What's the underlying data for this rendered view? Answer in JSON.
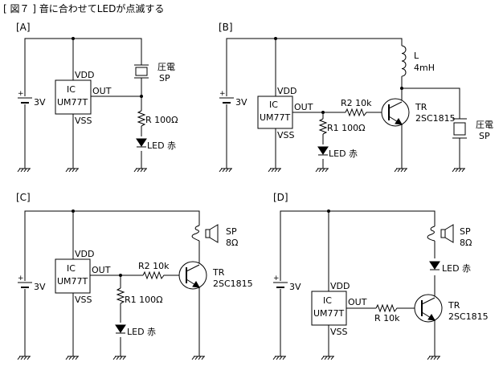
{
  "title": "[ 図７ ]  音に合わせてLEDが点滅する",
  "circuits": {
    "A": {
      "label": "[A]",
      "battery": "3V",
      "ic_name": "IC",
      "ic_part": "UM77T",
      "vdd": "VDD",
      "vss": "VSS",
      "out": "OUT",
      "speaker": "圧電",
      "speaker_sub": "SP",
      "resistor": "R 100Ω",
      "led": "LED 赤"
    },
    "B": {
      "label": "[B]",
      "battery": "3V",
      "ic_name": "IC",
      "ic_part": "UM77T",
      "vdd": "VDD",
      "vss": "VSS",
      "out": "OUT",
      "r2": "R2 10k",
      "r1": "R1 100Ω",
      "led": "LED 赤",
      "inductor": "L",
      "inductor_val": "4mH",
      "tr": "TR",
      "tr_part": "2SC1815",
      "speaker": "圧電",
      "speaker_sub": "SP"
    },
    "C": {
      "label": "[C]",
      "battery": "3V",
      "ic_name": "IC",
      "ic_part": "UM77T",
      "vdd": "VDD",
      "vss": "VSS",
      "out": "OUT",
      "r2": "R2 10k",
      "r1": "R1 100Ω",
      "led": "LED 赤",
      "speaker": "SP",
      "speaker_val": "8Ω",
      "tr": "TR",
      "tr_part": "2SC1815"
    },
    "D": {
      "label": "[D]",
      "battery": "3V",
      "ic_name": "IC",
      "ic_part": "UM77T",
      "vdd": "VDD",
      "vss": "VSS",
      "out": "OUT",
      "r": "R 10k",
      "speaker": "SP",
      "speaker_val": "8Ω",
      "led": "LED 赤",
      "tr": "TR",
      "tr_part": "2SC1815"
    }
  }
}
